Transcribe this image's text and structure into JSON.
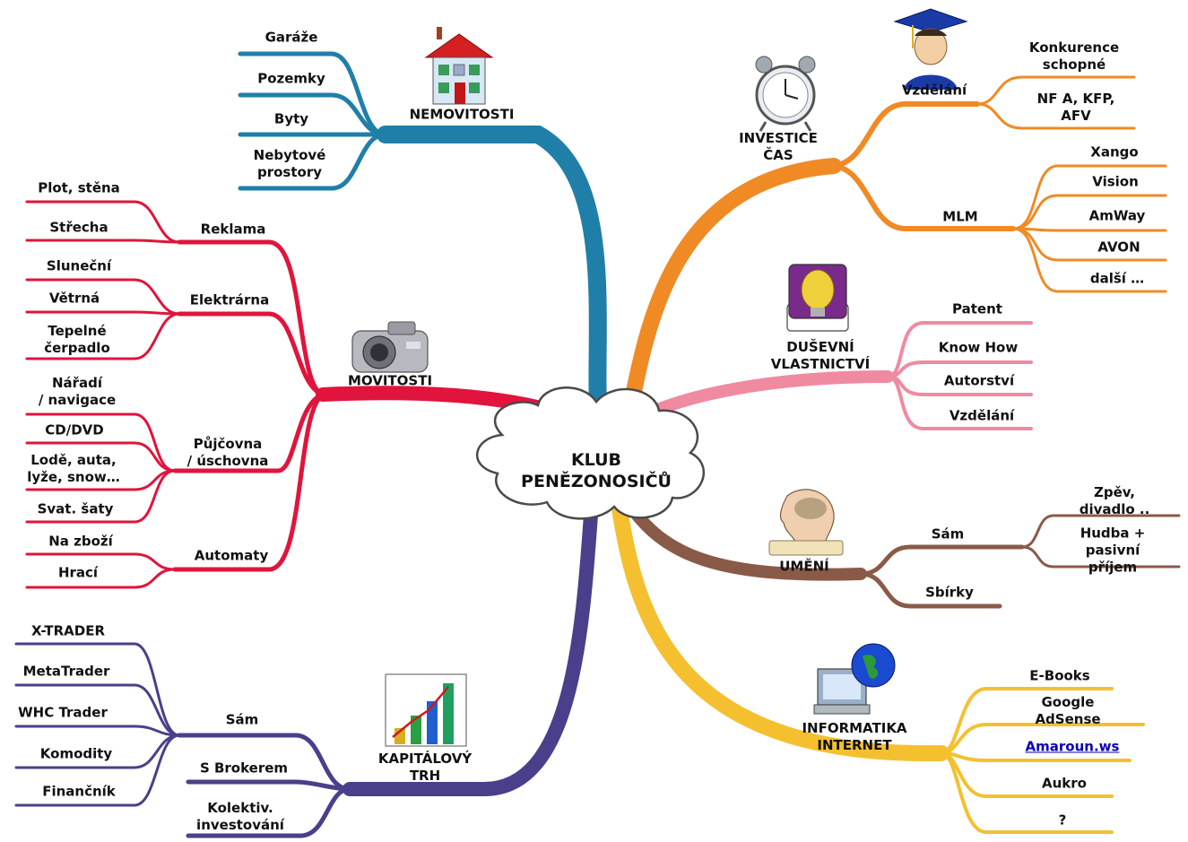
{
  "center": {
    "title": "KLUB\nPENĚZONOSIČŮ"
  },
  "colors": {
    "nemovitosti": "#1f7fa8",
    "movitosti": "#e0143c",
    "kapitalovy": "#4a3f8a",
    "investice": "#f08a24",
    "dusevni": "#f08aa0",
    "umeni": "#8a5a48",
    "informatika": "#f5c030"
  },
  "branches": {
    "nemovitosti": {
      "label": "NEMOVITOSTI",
      "icon": "house-icon",
      "items": [
        "Garáže",
        "Pozemky",
        "Byty",
        "Nebytové\nprostory"
      ]
    },
    "movitosti": {
      "label": "MOVITOSTI",
      "icon": "camera-icon",
      "reklama": {
        "label": "Reklama",
        "items": [
          "Plot, stěna",
          "Střecha"
        ]
      },
      "elektrarna": {
        "label": "Elektrárna",
        "items": [
          "Sluneční",
          "Větrná",
          "Tepelné\nčerpadlo"
        ]
      },
      "pujcovna": {
        "label": "Půjčovna\n/ úschovna",
        "items": [
          "Nářadí\n/ navigace",
          "CD/DVD",
          "Lodě, auta,\nlyže, snow…",
          "Svat. šaty"
        ]
      },
      "automaty": {
        "label": "Automaty",
        "items": [
          "Na zboží",
          "Hrací"
        ]
      }
    },
    "kapitalovy": {
      "label": "KAPITÁLOVÝ\nTRH",
      "icon": "bar-chart-icon",
      "sam": {
        "label": "Sám",
        "items": [
          "X-TRADER",
          "MetaTrader",
          "WHC Trader",
          "Komodity",
          "Finančník"
        ]
      },
      "brokerem": "S Brokerem",
      "kolektiv": "Kolektiv.\ninvestování"
    },
    "investice": {
      "label": "INVESTICE\nČAS",
      "icon": "alarm-clock-icon",
      "vzdelani": {
        "label": "Vzdělání",
        "icon": "graduate-icon",
        "items": [
          "Konkurence\nschopné",
          "NF A, KFP,\nAFV"
        ]
      },
      "mlm": {
        "label": "MLM",
        "items": [
          "Xango",
          "Vision",
          "AmWay",
          "AVON",
          "další …"
        ]
      }
    },
    "dusevni": {
      "label": "DUŠEVNÍ\nVLASTNICTVÍ",
      "icon": "lightbulb-icon",
      "items": [
        "Patent",
        "Know How",
        "Autorství",
        "Vzdělání"
      ]
    },
    "umeni": {
      "label": "UMĚNÍ",
      "icon": "head-icon",
      "sam": {
        "label": "Sám",
        "items": [
          "Zpěv, divadlo ..",
          "Hudba +\npasivní příjem"
        ]
      },
      "sbirky": "Sbírky"
    },
    "informatika": {
      "label": "INFORMATIKA\nINTERNET",
      "icon": "computer-globe-icon",
      "items": [
        "E-Books",
        "Google AdSense",
        "Amaroun.ws",
        "Aukro",
        "?"
      ]
    }
  }
}
